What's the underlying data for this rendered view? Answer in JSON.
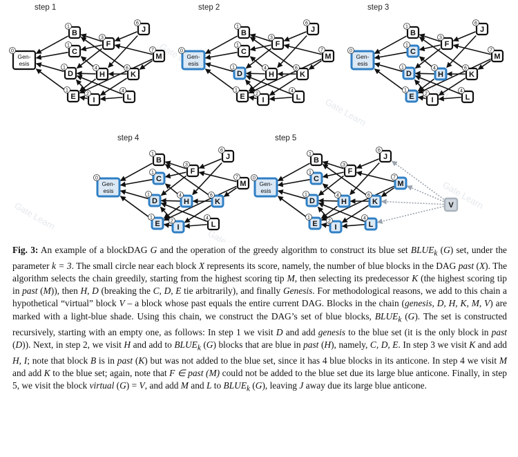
{
  "figure": {
    "steps": [
      {
        "label": "step 1",
        "blue": [],
        "virtual": false
      },
      {
        "label": "step 2",
        "blue": [
          "Genesis",
          "D"
        ],
        "virtual": false
      },
      {
        "label": "step 3",
        "blue": [
          "Genesis",
          "C",
          "D",
          "E",
          "H"
        ],
        "virtual": false
      },
      {
        "label": "step 4",
        "blue": [
          "Genesis",
          "C",
          "D",
          "E",
          "H",
          "I",
          "K"
        ],
        "virtual": false
      },
      {
        "label": "step 5",
        "blue": [
          "Genesis",
          "C",
          "D",
          "E",
          "H",
          "I",
          "K",
          "M",
          "L"
        ],
        "virtual": true
      }
    ],
    "nodes": [
      {
        "id": "Genesis",
        "label": "Gen-\nesis",
        "score": "0"
      },
      {
        "id": "B",
        "label": "B",
        "score": "1"
      },
      {
        "id": "C",
        "label": "C",
        "score": "1"
      },
      {
        "id": "D",
        "label": "D",
        "score": "1"
      },
      {
        "id": "E",
        "label": "E",
        "score": "1"
      },
      {
        "id": "F",
        "label": "F",
        "score": "3"
      },
      {
        "id": "H",
        "label": "H",
        "score": "4"
      },
      {
        "id": "I",
        "label": "I",
        "score": "2"
      },
      {
        "id": "J",
        "label": "J",
        "score": "6"
      },
      {
        "id": "K",
        "label": "K",
        "score": "6"
      },
      {
        "id": "L",
        "label": "L",
        "score": "4"
      },
      {
        "id": "M",
        "label": "M",
        "score": "7"
      }
    ],
    "edges": [
      [
        "B",
        "Genesis"
      ],
      [
        "C",
        "Genesis"
      ],
      [
        "D",
        "Genesis"
      ],
      [
        "E",
        "Genesis"
      ],
      [
        "F",
        "B"
      ],
      [
        "F",
        "C"
      ],
      [
        "F",
        "D"
      ],
      [
        "H",
        "C"
      ],
      [
        "H",
        "D"
      ],
      [
        "H",
        "E"
      ],
      [
        "I",
        "D"
      ],
      [
        "I",
        "E"
      ],
      [
        "J",
        "F"
      ],
      [
        "J",
        "H"
      ],
      [
        "K",
        "B"
      ],
      [
        "K",
        "H"
      ],
      [
        "K",
        "I"
      ],
      [
        "L",
        "D"
      ],
      [
        "L",
        "I"
      ],
      [
        "M",
        "F"
      ],
      [
        "M",
        "K"
      ],
      [
        "M",
        "E"
      ]
    ],
    "virtual_node": {
      "label": "V"
    },
    "virtual_edges": [
      "J",
      "M",
      "K",
      "L"
    ],
    "colors": {
      "blue_fill": "#2f7fc4",
      "blue_border": "#1a5e9c",
      "chain_fill": "#dbe9f6",
      "chain_border": "#1f6fb6",
      "plain_fill": "#ffffff",
      "plain_border": "#111111",
      "virtual_fill": "#cfd6de",
      "virtual_border": "#aab2bb",
      "virtual_edge": "#9aa3ad"
    },
    "watermark": "Gate Learn"
  },
  "caption": {
    "figref": "Fig. 3:",
    "s1": " An example of a blockDAG ",
    "G": "G",
    "s2": " and the operation of the greedy algorithm to construct its blue set ",
    "blueset": "BLUE",
    "sub_k": "k",
    "s3": " (",
    "s4": ") set, under the parameter ",
    "keq": "k = 3",
    "s5": ". The small circle near each block ",
    "X": "X",
    "s6": " represents its score, namely, the number of blue blocks in the DAG ",
    "past": "past",
    "s7": " (",
    "s8": "). The algorithm selects the chain greedily, starting from the highest scoring tip ",
    "M": "M",
    "s9": ", then selecting its predecessor ",
    "K": "K",
    "s10": " (the highest scoring tip in ",
    "s11": " (",
    "s12": ")), then ",
    "H": "H",
    "s13": ", ",
    "D": "D",
    "s14": " (breaking the ",
    "CDE": "C, D, E",
    "s15": " tie arbitrarily), and finally ",
    "Genesis": "Genesis",
    "s16": ". For methodological reasons, we add to this chain a hypothetical “virtual” block ",
    "V": "V",
    "s17": " – a block whose past equals the entire current DAG. Blocks in the chain (",
    "chainlist": "genesis, D, H, K, M, V",
    "s18": ") are marked with a light-blue shade. Using this chain, we construct the DAG’s set of blue blocks, ",
    "s19": " (",
    "s20": "). The set is constructed recursively, starting with an empty one, as follows: In step 1 we visit ",
    "s21": " and add ",
    "genesis": "genesis",
    "s22": " to the blue set (it is the only block in ",
    "s23": " (",
    "s24": ")). Next, in step 2, we visit ",
    "s25": " and add to ",
    "s26": " (",
    "s27": ") blocks that are blue in ",
    "s28": " (",
    "s29": "), namely, ",
    "s30": ". In step 3 we visit ",
    "s31": " and add ",
    "HI": "H, I",
    "s32": "; note that block ",
    "B": "B",
    "s33": " is in ",
    "s34": " (",
    "s35": ") but was not added to the blue set, since it has 4 blue blocks in its anticone. In step 4 we visit ",
    "s36": " and add ",
    "s37": " to the blue set; again, note that ",
    "Fin": "F ∈ past (M)",
    "s38": " could not be added to the blue set due its large blue anticone. Finally, in step 5, we visit the block ",
    "virtual": "virtual",
    "s39": " (",
    "s40": ") = ",
    "s41": ", and add ",
    "s42": " and ",
    "L": "L",
    "s43": " to ",
    "s44": " (",
    "s45": "), leaving ",
    "J": "J",
    "s46": " away due its large blue anticone."
  }
}
